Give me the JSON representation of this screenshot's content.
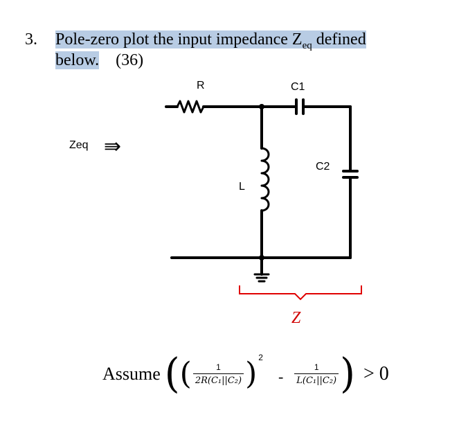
{
  "question": {
    "number": "3.",
    "line1_part1": "Pole-zero plot the input impedance Z",
    "line1_sub": "eq",
    "line1_part2": " defined",
    "line2_part1": "below.",
    "points": "(36)"
  },
  "circuit": {
    "input_label": "Zeq",
    "input_arrow": "⇛",
    "r_label": "R",
    "c1_label": "C1",
    "c2_label": "C2",
    "l_label": "L",
    "z_label": "Z",
    "wire_color": "#000000",
    "brace_color": "#e00000"
  },
  "assumption": {
    "word": "Assume",
    "frac1_num": "1",
    "frac1_den": "2R(C₁||C₂)",
    "exponent": "2",
    "minus": "-",
    "frac2_num": "1",
    "frac2_den": "L(C₁||C₂)",
    "comparison": "> 0"
  }
}
